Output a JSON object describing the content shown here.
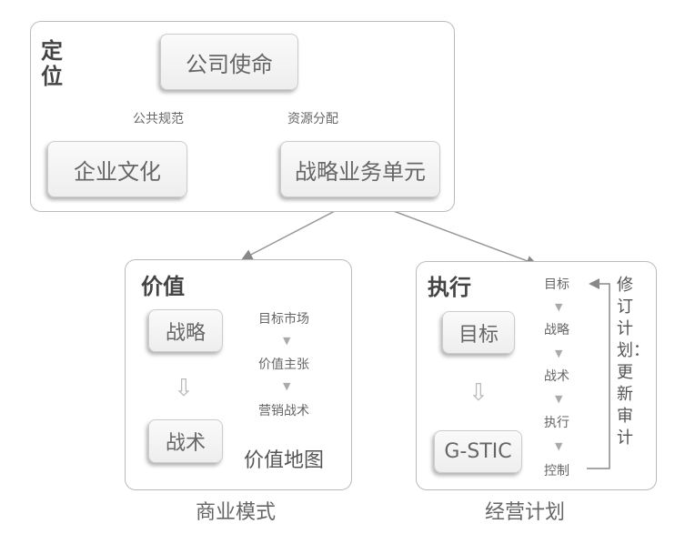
{
  "positioning": {
    "title_1": "定",
    "title_2": "位",
    "mission": "公司使命",
    "culture": "企业文化",
    "sbu": "战略业务单元",
    "edge_left": "公共规范",
    "edge_right": "资源分配"
  },
  "value": {
    "title": "价值",
    "strategy": "战略",
    "tactics": "战术",
    "steps": [
      "目标市场",
      "价值主张",
      "营销战术"
    ],
    "map_label": "价值地图",
    "caption": "商业模式"
  },
  "execution": {
    "title": "执行",
    "goal": "目标",
    "gstic": "G-STIC",
    "steps": [
      "目标",
      "战略",
      "战术",
      "执行",
      "控制"
    ],
    "feedback": "修订计划：更新审计",
    "caption": "经营计划"
  }
}
